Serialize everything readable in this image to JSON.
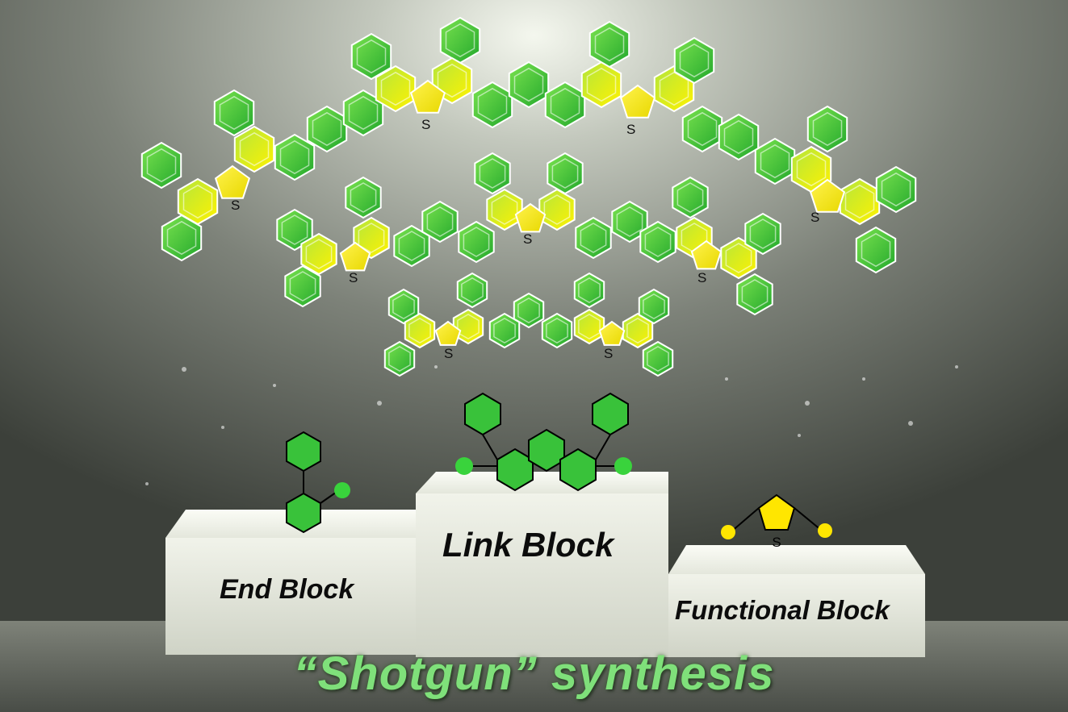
{
  "blocks": {
    "end_label": "End Block",
    "link_label": "Link Block",
    "functional_label": "Functional Block"
  },
  "title": "“Shotgun” synthesis",
  "sulfur_symbol": "S",
  "colors": {
    "green": "#39c23a",
    "yellow": "#ffea00",
    "title_green": "#7fe07a",
    "pedestal": "#e4e7dc"
  }
}
